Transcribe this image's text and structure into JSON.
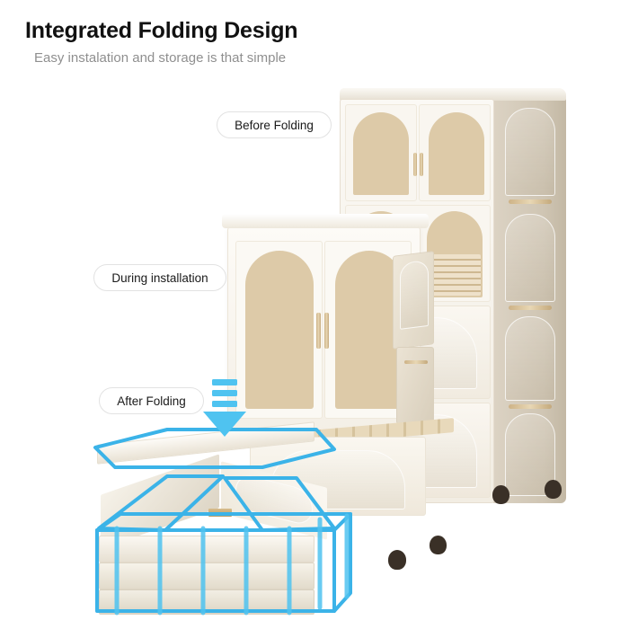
{
  "header": {
    "title": "Integrated Folding Design",
    "subtitle": "Easy instalation and storage is that simple"
  },
  "callouts": [
    {
      "id": "before-folding",
      "label": "Before Folding"
    },
    {
      "id": "during-installation",
      "label": "During installation"
    },
    {
      "id": "after-folding",
      "label": "After Folding"
    }
  ],
  "icons": {
    "down_arrow": "down-arrow-icon"
  },
  "colors": {
    "background": "#ffffff",
    "title_text": "#111111",
    "subtitle_text": "#8f8f8f",
    "pill_border": "#e2e2e2",
    "pill_fill": "#ffffff",
    "arrow_blue": "#4fc3f0",
    "wireframe_blue": "#3bb3e8",
    "cabinet_body": "#dcd3c4",
    "cabinet_front": "#f7f4ee",
    "glass_tan": "#ddcaa8",
    "handle_gold": "#cdb286",
    "caster_dark": "#3a3027",
    "wood_shelf": "#e3d2b4"
  },
  "scene": {
    "product": "folding storage cabinet",
    "stages": [
      {
        "name": "before-folding",
        "description": "tall assembled cabinet with arched fluted glass doors and casters"
      },
      {
        "name": "during-installation",
        "description": "cabinet section with side panel swung open mid-assembly"
      },
      {
        "name": "after-folding",
        "description": "flat-packed folded panels traced with blue wireframe outline"
      }
    ]
  }
}
